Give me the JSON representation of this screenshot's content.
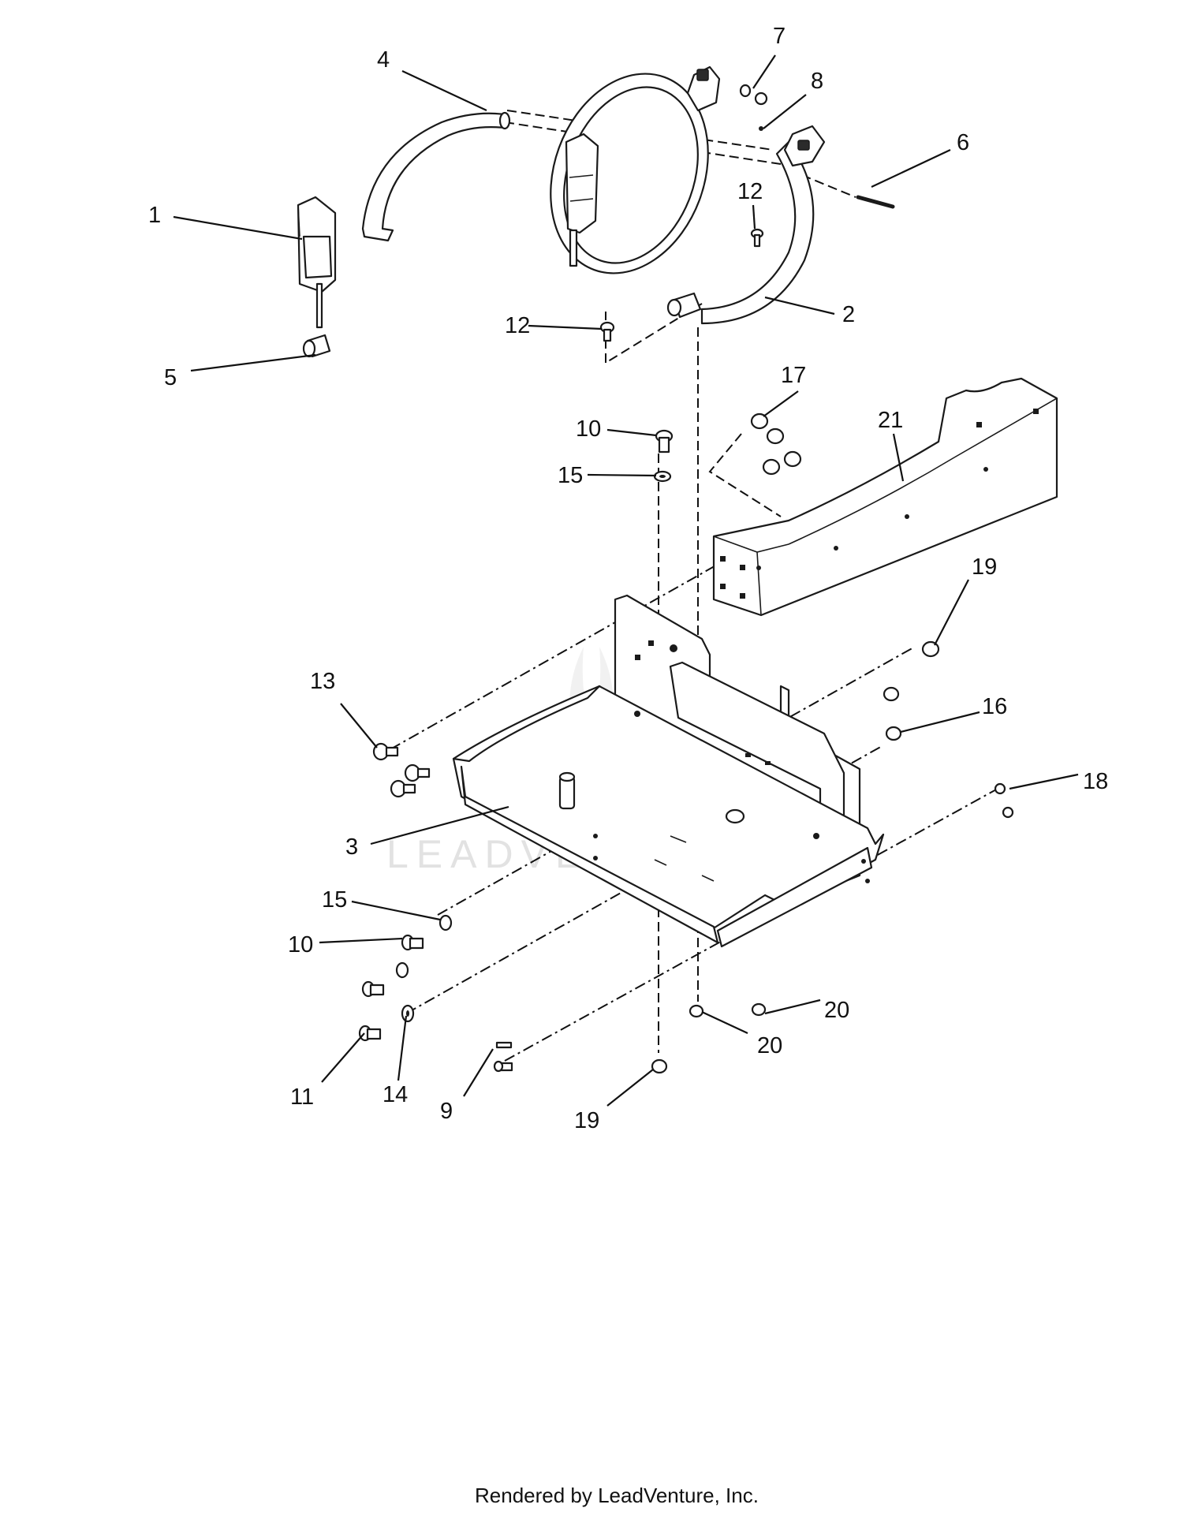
{
  "diagram": {
    "watermark": "LEADVENTURE",
    "footer": "Rendered by LeadVenture, Inc.",
    "callouts": [
      {
        "id": "c1",
        "label": "1"
      },
      {
        "id": "c2",
        "label": "2"
      },
      {
        "id": "c3",
        "label": "3"
      },
      {
        "id": "c4",
        "label": "4"
      },
      {
        "id": "c5",
        "label": "5"
      },
      {
        "id": "c6",
        "label": "6"
      },
      {
        "id": "c7",
        "label": "7"
      },
      {
        "id": "c8",
        "label": "8"
      },
      {
        "id": "c9",
        "label": "9"
      },
      {
        "id": "c10a",
        "label": "10"
      },
      {
        "id": "c10b",
        "label": "10"
      },
      {
        "id": "c11",
        "label": "11"
      },
      {
        "id": "c12a",
        "label": "12"
      },
      {
        "id": "c12b",
        "label": "12"
      },
      {
        "id": "c13",
        "label": "13"
      },
      {
        "id": "c14",
        "label": "14"
      },
      {
        "id": "c15a",
        "label": "15"
      },
      {
        "id": "c15b",
        "label": "15"
      },
      {
        "id": "c16",
        "label": "16"
      },
      {
        "id": "c17",
        "label": "17"
      },
      {
        "id": "c18",
        "label": "18"
      },
      {
        "id": "c19a",
        "label": "19"
      },
      {
        "id": "c19b",
        "label": "19"
      },
      {
        "id": "c20a",
        "label": "20"
      },
      {
        "id": "c20b",
        "label": "20"
      },
      {
        "id": "c21",
        "label": "21"
      }
    ]
  }
}
